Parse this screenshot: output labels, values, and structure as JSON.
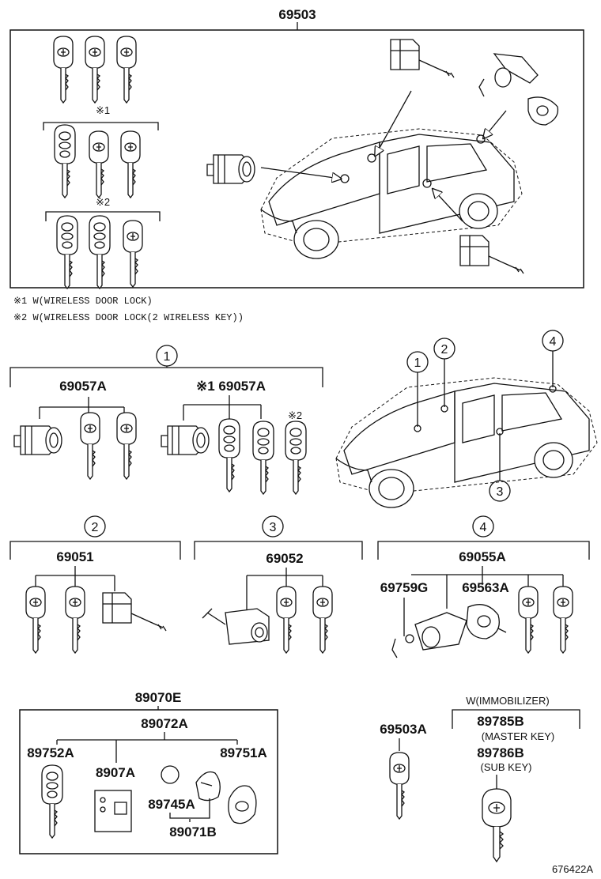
{
  "labels": {
    "main_assembly": "69503",
    "note_mark_1": "※1",
    "note_mark_2": "※2",
    "note_1": "※1 W(WIRELESS DOOR LOCK)",
    "note_2": "※2 W(WIRELESS DOOR LOCK(2 WIRELESS KEY))",
    "ref_1": "1",
    "ref_2": "2",
    "ref_3": "3",
    "ref_4": "4",
    "set_1a": "69057A",
    "set_1b": "※1 69057A",
    "set_1b_mark": "※2",
    "set_2": "69051",
    "set_3": "69052",
    "set_4": "69055A",
    "part_69759G": "69759G",
    "part_69563A": "69563A",
    "part_89070E": "89070E",
    "part_89072A": "89072A",
    "part_89752A": "89752A",
    "part_8907A": "8907A",
    "part_89751A": "89751A",
    "part_89745A": "89745A",
    "part_89071B": "89071B",
    "part_69503A": "69503A",
    "immobilizer_note": "W(IMMOBILIZER)",
    "part_89785B": "89785B",
    "master_key": "(MASTER KEY)",
    "part_89786B": "89786B",
    "sub_key": "(SUB KEY)",
    "drawing_id": "676422A"
  }
}
